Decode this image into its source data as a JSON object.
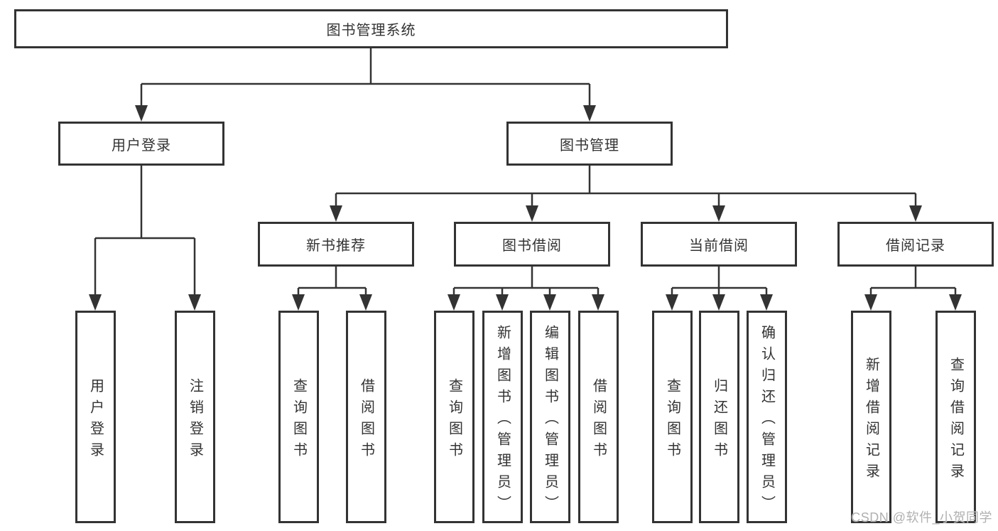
{
  "diagram": {
    "colors": {
      "line": "#333333",
      "box_border": "#333333",
      "text": "#333333",
      "background": "#ffffff",
      "watermark_text": "#b0b0b0"
    },
    "tree": {
      "label": "图书管理系统",
      "children": [
        {
          "label": "用户登录",
          "children": [
            {
              "label": "用户登录"
            },
            {
              "label": "注销登录"
            }
          ]
        },
        {
          "label": "图书管理",
          "children": [
            {
              "label": "新书推荐",
              "children": [
                {
                  "label": "查询图书"
                },
                {
                  "label": "借阅图书"
                }
              ]
            },
            {
              "label": "图书借阅",
              "children": [
                {
                  "label": "查询图书"
                },
                {
                  "label": "新增图书（管理员）"
                },
                {
                  "label": "编辑图书（管理员）"
                },
                {
                  "label": "借阅图书"
                }
              ]
            },
            {
              "label": "当前借阅",
              "children": [
                {
                  "label": "查询图书"
                },
                {
                  "label": "归还图书"
                },
                {
                  "label": "确认归还（管理员）"
                }
              ]
            },
            {
              "label": "借阅记录",
              "children": [
                {
                  "label": "新增借阅记录"
                },
                {
                  "label": "查询借阅记录"
                }
              ]
            }
          ]
        }
      ]
    },
    "watermark": "CSDN @软件_小贺同学"
  }
}
